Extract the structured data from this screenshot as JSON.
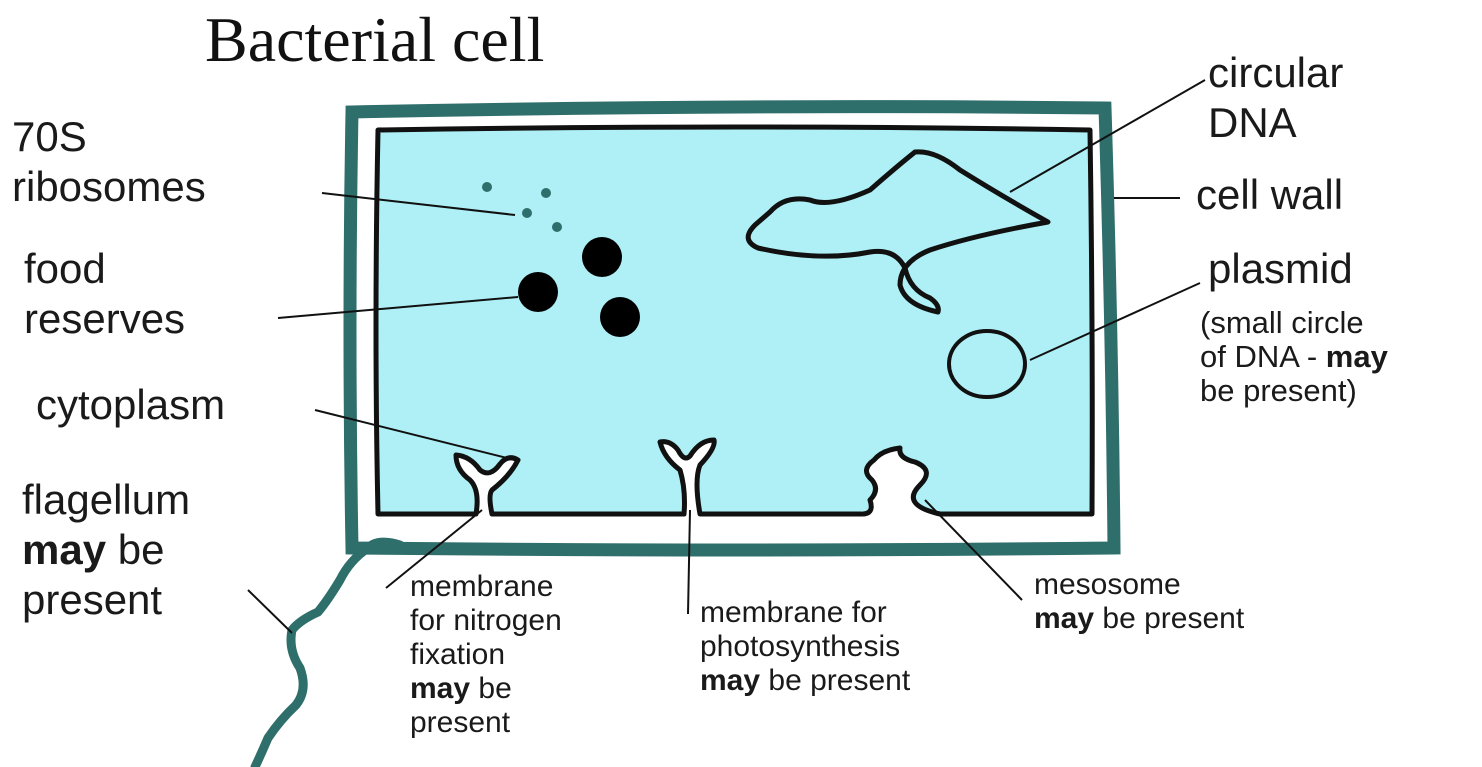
{
  "title": "Bacterial cell",
  "colors": {
    "cytoplasm": "#aef0f6",
    "cell_wall": "#2f6f6b",
    "outline": "#111111",
    "background": "#ffffff"
  },
  "labels": {
    "ribosomes": [
      "70S",
      "ribosomes"
    ],
    "food_reserves": [
      "food",
      "reserves"
    ],
    "cytoplasm": "cytoplasm",
    "flagellum": {
      "line1": "flagellum",
      "line2_bold": "may",
      "line2_rest": " be",
      "line3": "present"
    },
    "circular_dna": [
      "circular",
      "DNA"
    ],
    "cell_wall": "cell wall",
    "plasmid": {
      "title": "plasmid",
      "line1": "(small circle",
      "line2": "of DNA - ",
      "line2_bold": "may",
      "line3": "be present)"
    },
    "nitrogen_membrane": {
      "line1": "membrane",
      "line2": "for nitrogen",
      "line3": "fixation",
      "line4_bold": "may",
      "line4_rest": " be",
      "line5": "present"
    },
    "photosynthesis_membrane": {
      "line1": "membrane for",
      "line2": "photosynthesis",
      "line3_bold": "may",
      "line3_rest": " be present"
    },
    "mesosome": {
      "line1": "mesosome",
      "line2_bold": "may",
      "line2_rest": " be present"
    }
  }
}
